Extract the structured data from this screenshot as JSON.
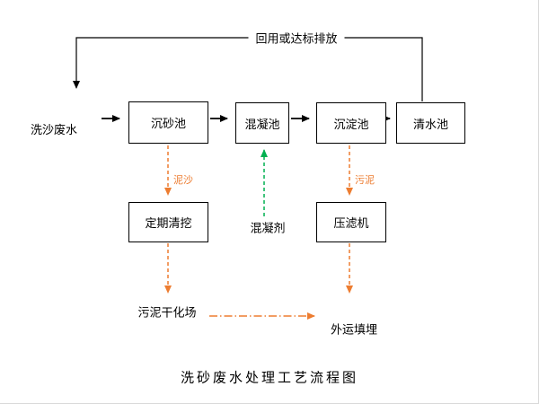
{
  "diagram": {
    "title": "洗砂废水处理工艺流程图",
    "source_label": "洗沙废水",
    "feedback_label": "回用或达标排放",
    "boxes": {
      "grit_chamber": "沉砂池",
      "coagulation_tank": "混凝池",
      "sedimentation_tank": "沉淀池",
      "clear_water_tank": "清水池",
      "periodic_dredging": "定期清挖",
      "filter_press": "压滤机"
    },
    "labels": {
      "sediment": "泥沙",
      "sludge": "污泥",
      "coagulant": "混凝剂",
      "sludge_drying_field": "污泥干化场",
      "outbound_landfill": "外运填埋"
    },
    "colors": {
      "line_main": "#000000",
      "line_sludge": "#ED7D31",
      "line_coagulant": "#00B050"
    }
  }
}
